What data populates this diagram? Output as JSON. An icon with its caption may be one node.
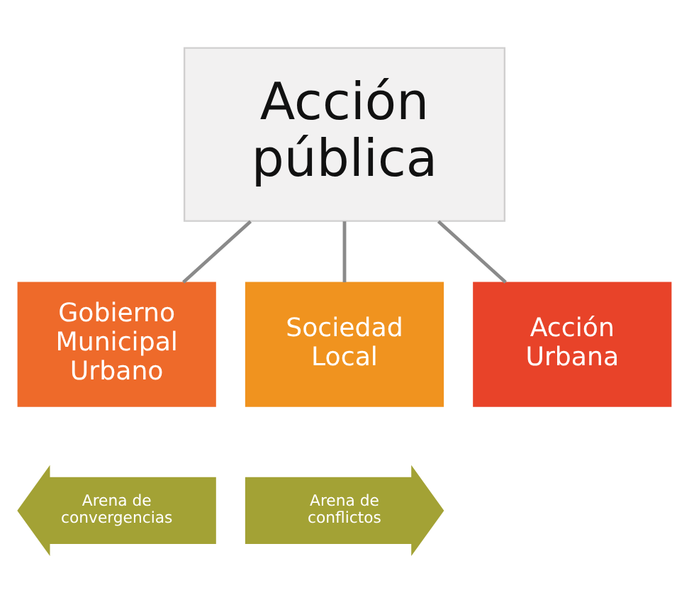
{
  "diagram": {
    "nodes": [
      {
        "text": [
          "Acción pública"
        ]
      },
      {
        "text": [
          "Gobierno Municipal Urbano"
        ]
      },
      {
        "text": [
          "Sociedad Local"
        ]
      },
      {
        "text": [
          "Acción Urbana"
        ]
      },
      {
        "text": [
          "Arena de convergencias"
        ]
      },
      {
        "text": [
          "Arena de conflictos"
        ]
      }
    ],
    "edges": [
      {
        "from": 0,
        "to": 1,
        "arrow": "none"
      },
      {
        "from": 0,
        "to": 2,
        "arrow": "none"
      },
      {
        "from": 0,
        "to": 3,
        "arrow": "none"
      }
    ]
  }
}
